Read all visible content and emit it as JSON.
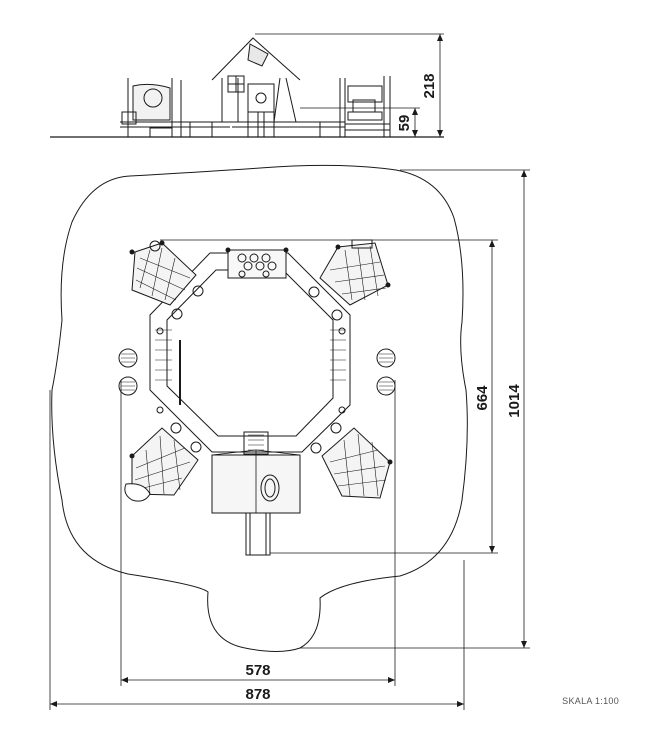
{
  "side_view": {
    "height_total": "218",
    "height_platform": "59"
  },
  "plan_view": {
    "depth_total": "1014",
    "depth_structure": "664",
    "width_structure": "578",
    "width_total": "878"
  },
  "scale_label": "SKALA 1:100",
  "colors": {
    "line": "#1a1a1a",
    "thin": "#333333",
    "surface": "#ffffff"
  }
}
